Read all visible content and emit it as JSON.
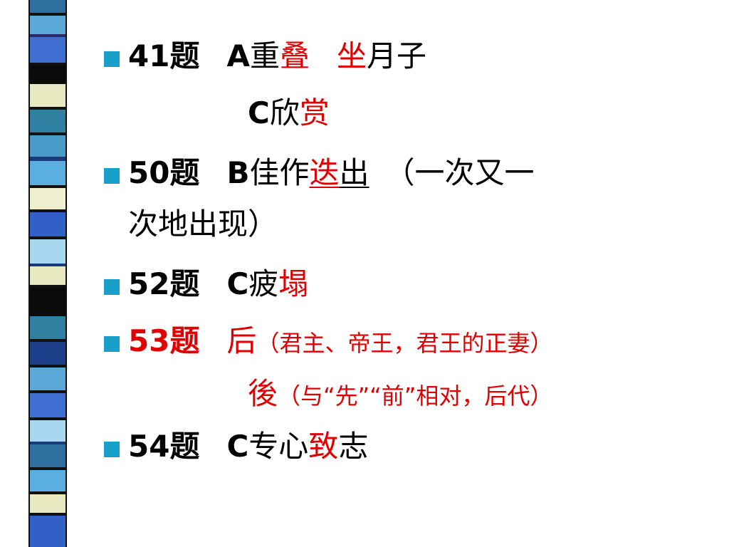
{
  "items": [
    {
      "num": "41题",
      "letter_a": "A",
      "a_pre": "重",
      "a_red1": "叠",
      "a_red2": "坐",
      "a_post": "月子",
      "letter_c": "C",
      "c_pre": "欣",
      "c_red": "赏"
    },
    {
      "num": "50题",
      "letter": "B",
      "pre": "佳作",
      "red": "迭",
      "underlined": "出",
      "note_l1": "（一次又一",
      "note_l2": "次地出现）"
    },
    {
      "num": "52题",
      "letter": "C",
      "pre": "疲",
      "red": "塌"
    },
    {
      "num": "53题",
      "red1": "后",
      "note1": "（君主、帝王，君王的正妻）",
      "red2": "後",
      "note2": "（与“先”“前”相对，后代）"
    },
    {
      "num": "54题",
      "letter": "C",
      "pre": "专心",
      "red": "致",
      "post": "志"
    }
  ],
  "colors": {
    "bullet": "#1aa0c8",
    "highlight": "#e00000"
  }
}
